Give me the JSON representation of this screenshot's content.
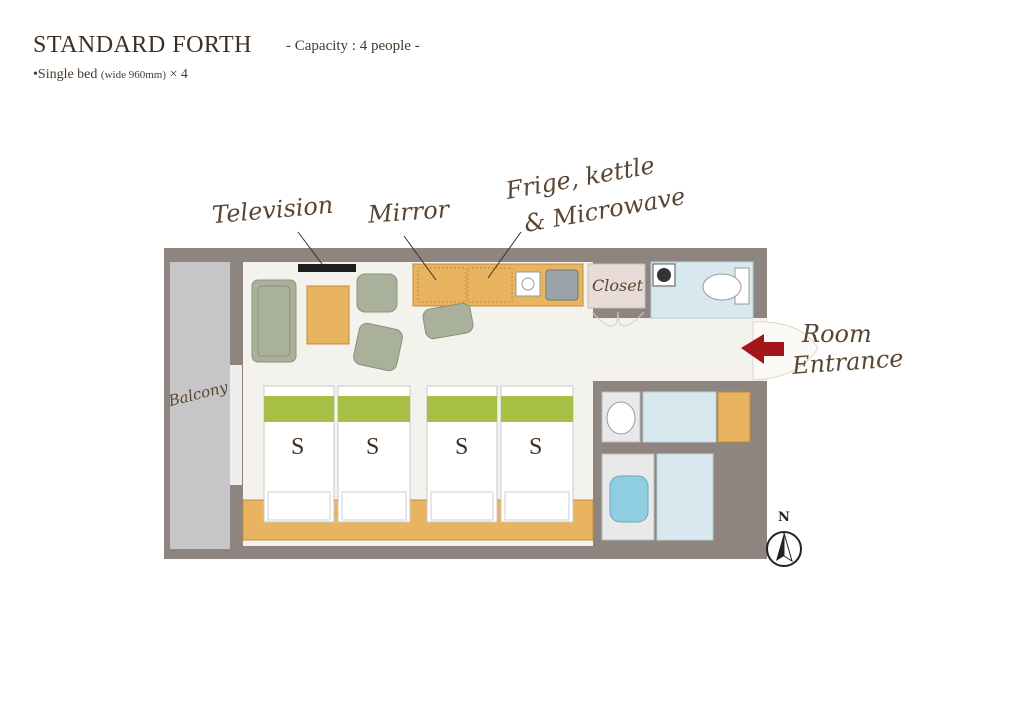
{
  "header": {
    "title": "STANDARD FORTH",
    "capacity": "- Capacity : 4 people -",
    "bed_info": "•Single bed",
    "bed_info_detail": "(wide 960mm)",
    "bed_info_count": "× 4"
  },
  "labels": {
    "television": "Television",
    "mirror": "Mirror",
    "fridge_line1": "Frige, kettle",
    "fridge_line2": "& Microwave",
    "closet": "Closet",
    "balcony": "Balcony",
    "entrance_line1": "Room",
    "entrance_line2": "Entrance",
    "compass_north": "N"
  },
  "beds": [
    {
      "label": "S"
    },
    {
      "label": "S"
    },
    {
      "label": "S"
    },
    {
      "label": "S"
    }
  ],
  "colors": {
    "wall": "#8f8580",
    "floor": "#f4f2ec",
    "sofa": "#a9b19a",
    "wood": "#e8b460",
    "pillow": "#a7bf44",
    "bath": "#d7e8ef",
    "arrow": "#a3141b"
  }
}
